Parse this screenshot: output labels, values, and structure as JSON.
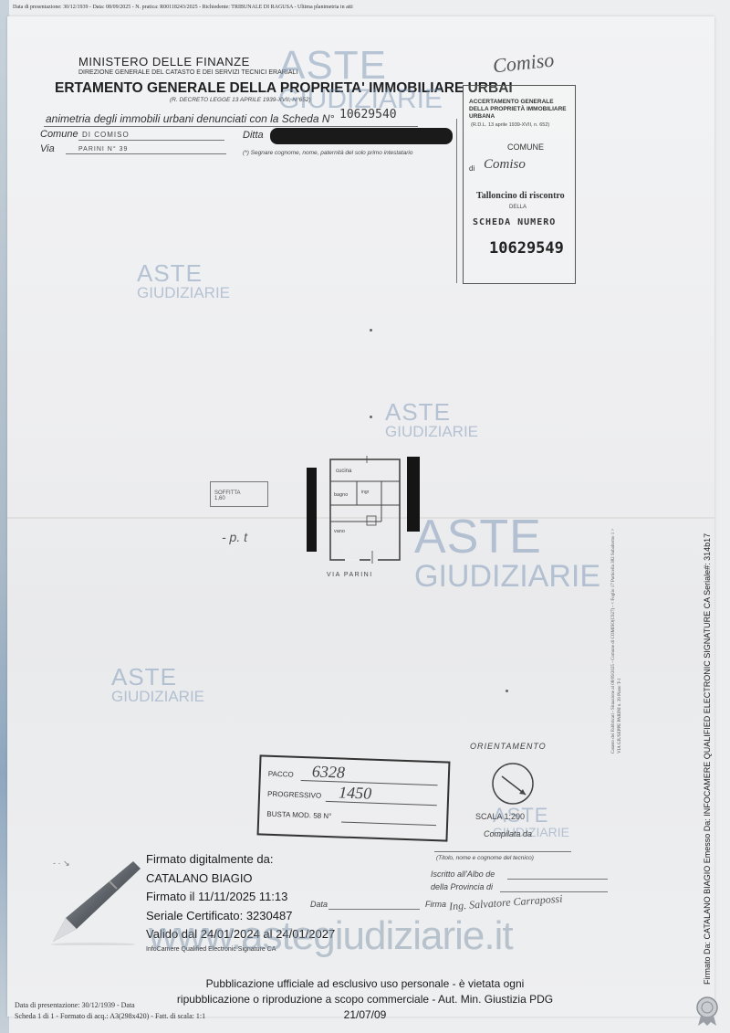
{
  "header": {
    "topline": "Data di presentazione: 30/12/1939 - Data: 08/09/2025 - N. pratica: R00118243/2025 - Richiedente: TRIBUNALE DI RAGUSA - Ultima planimetria in atti",
    "ministero": "MINISTERO DELLE FINANZE",
    "direzione": "DIREZIONE GENERALE DEL CATASTO E DEI SERVIZI TECNICI ERARIALI",
    "accertamento": "ERTAMENTO GENERALE DELLA PROPRIETA' IMMOBILIARE URBAI",
    "decreto": "(R. DECRETO LEGGE 13 APRILE 1939-XVII, N°652)",
    "planimetria": "animetria degli immobili urbani denunciati con la Scheda N°",
    "scheda_num": "10629540",
    "comune_label": "Comune",
    "comune_value": "DI COMISO",
    "via_label": "Via",
    "via_value": "PARINI N° 39",
    "ditta_label": "Ditta",
    "segnare_note": "(*) Segnare cognome, nome, paternità del solo primo intestatario",
    "handwritten_top": "Comiso"
  },
  "talloncino": {
    "title": "ACCERTAMENTO GENERALE DELLA PROPRIETÀ IMMOBILIARE URBANA",
    "rdl": "(R.D.L. 13 aprile 1939-XVII, n. 652)",
    "comune": "COMUNE",
    "di": "di",
    "comune_hw": "Comiso",
    "talloncino": "Talloncino di riscontro",
    "della": "DELLA",
    "scheda_numero": "SCHEDA NUMERO",
    "numero": "10629549"
  },
  "watermarks": {
    "aste": "ASTE",
    "giudiziarie": "GIUDIZIARIE",
    "site": "www.astegiudiziarie.it"
  },
  "plan": {
    "soffitta": "SOFFITTA",
    "soffitta_h": "1,60",
    "floor": "- p. t",
    "cucina": "cucina",
    "bagno": "bagno",
    "ingresso": "ingr",
    "vano": "vano",
    "street": "VIA PARINI"
  },
  "legend": {
    "orientamento": "ORIENTAMENTO",
    "scala": "SCALA 1:200",
    "compilata": "Compilata da",
    "titolo": "(Titolo, nome e cognome del tecnico)",
    "iscritto": "Iscritto all'Albo de",
    "provincia": "della Provincia di",
    "data": "Data",
    "firma": "Firma",
    "firma_hw": "Ing. Salvatore Carrapossi"
  },
  "pacco": {
    "pacco_label": "PACCO",
    "pacco_value": "6328",
    "progressivo_label": "PROGRESSIVO",
    "progressivo_value": "1450",
    "busta_label": "BUSTA MOD. 58 N°"
  },
  "signature": {
    "firmato_da": "Firmato digitalmente da:",
    "name": "CATALANO BIAGIO",
    "firmato_il": "Firmato il 11/11/2025 11:13",
    "seriale": "Seriale Certificato: 3230487",
    "validita": "Valido dal 24/01/2024 al 24/01/2027",
    "issuer": "InfoCamere Qualified Electronic Signature CA"
  },
  "publication": {
    "line1": "Pubblicazione ufficiale ad esclusivo uso personale - è vietata ogni",
    "line2": "ripubblicazione o riproduzione a scopo commerciale - Aut. Min. Giustizia PDG 21/07/09"
  },
  "footer": {
    "line1": "Data di presentazione: 30/12/1939 - Data",
    "line2": "Scheda 1 di 1 - Formato di acq.: A3(298x420) - Fatt. di scala: 1:1"
  },
  "side": {
    "right_text": "Firmato Da: CATALANO BIAGIO Emesso Da: INFOCAMERE QUALIFIED ELECTRONIC SIGNATURE CA Seriale#: 314b17",
    "small_text_1": "Catasto dei Fabbricati - Situazione al 08/09/2025 - Comune di COMISO(C927) - < Foglio 17 Particella 382 Subalterno 1 >",
    "small_text_2": "VIA GIUSEPPE PARINI n. 39 Piano T-1"
  }
}
